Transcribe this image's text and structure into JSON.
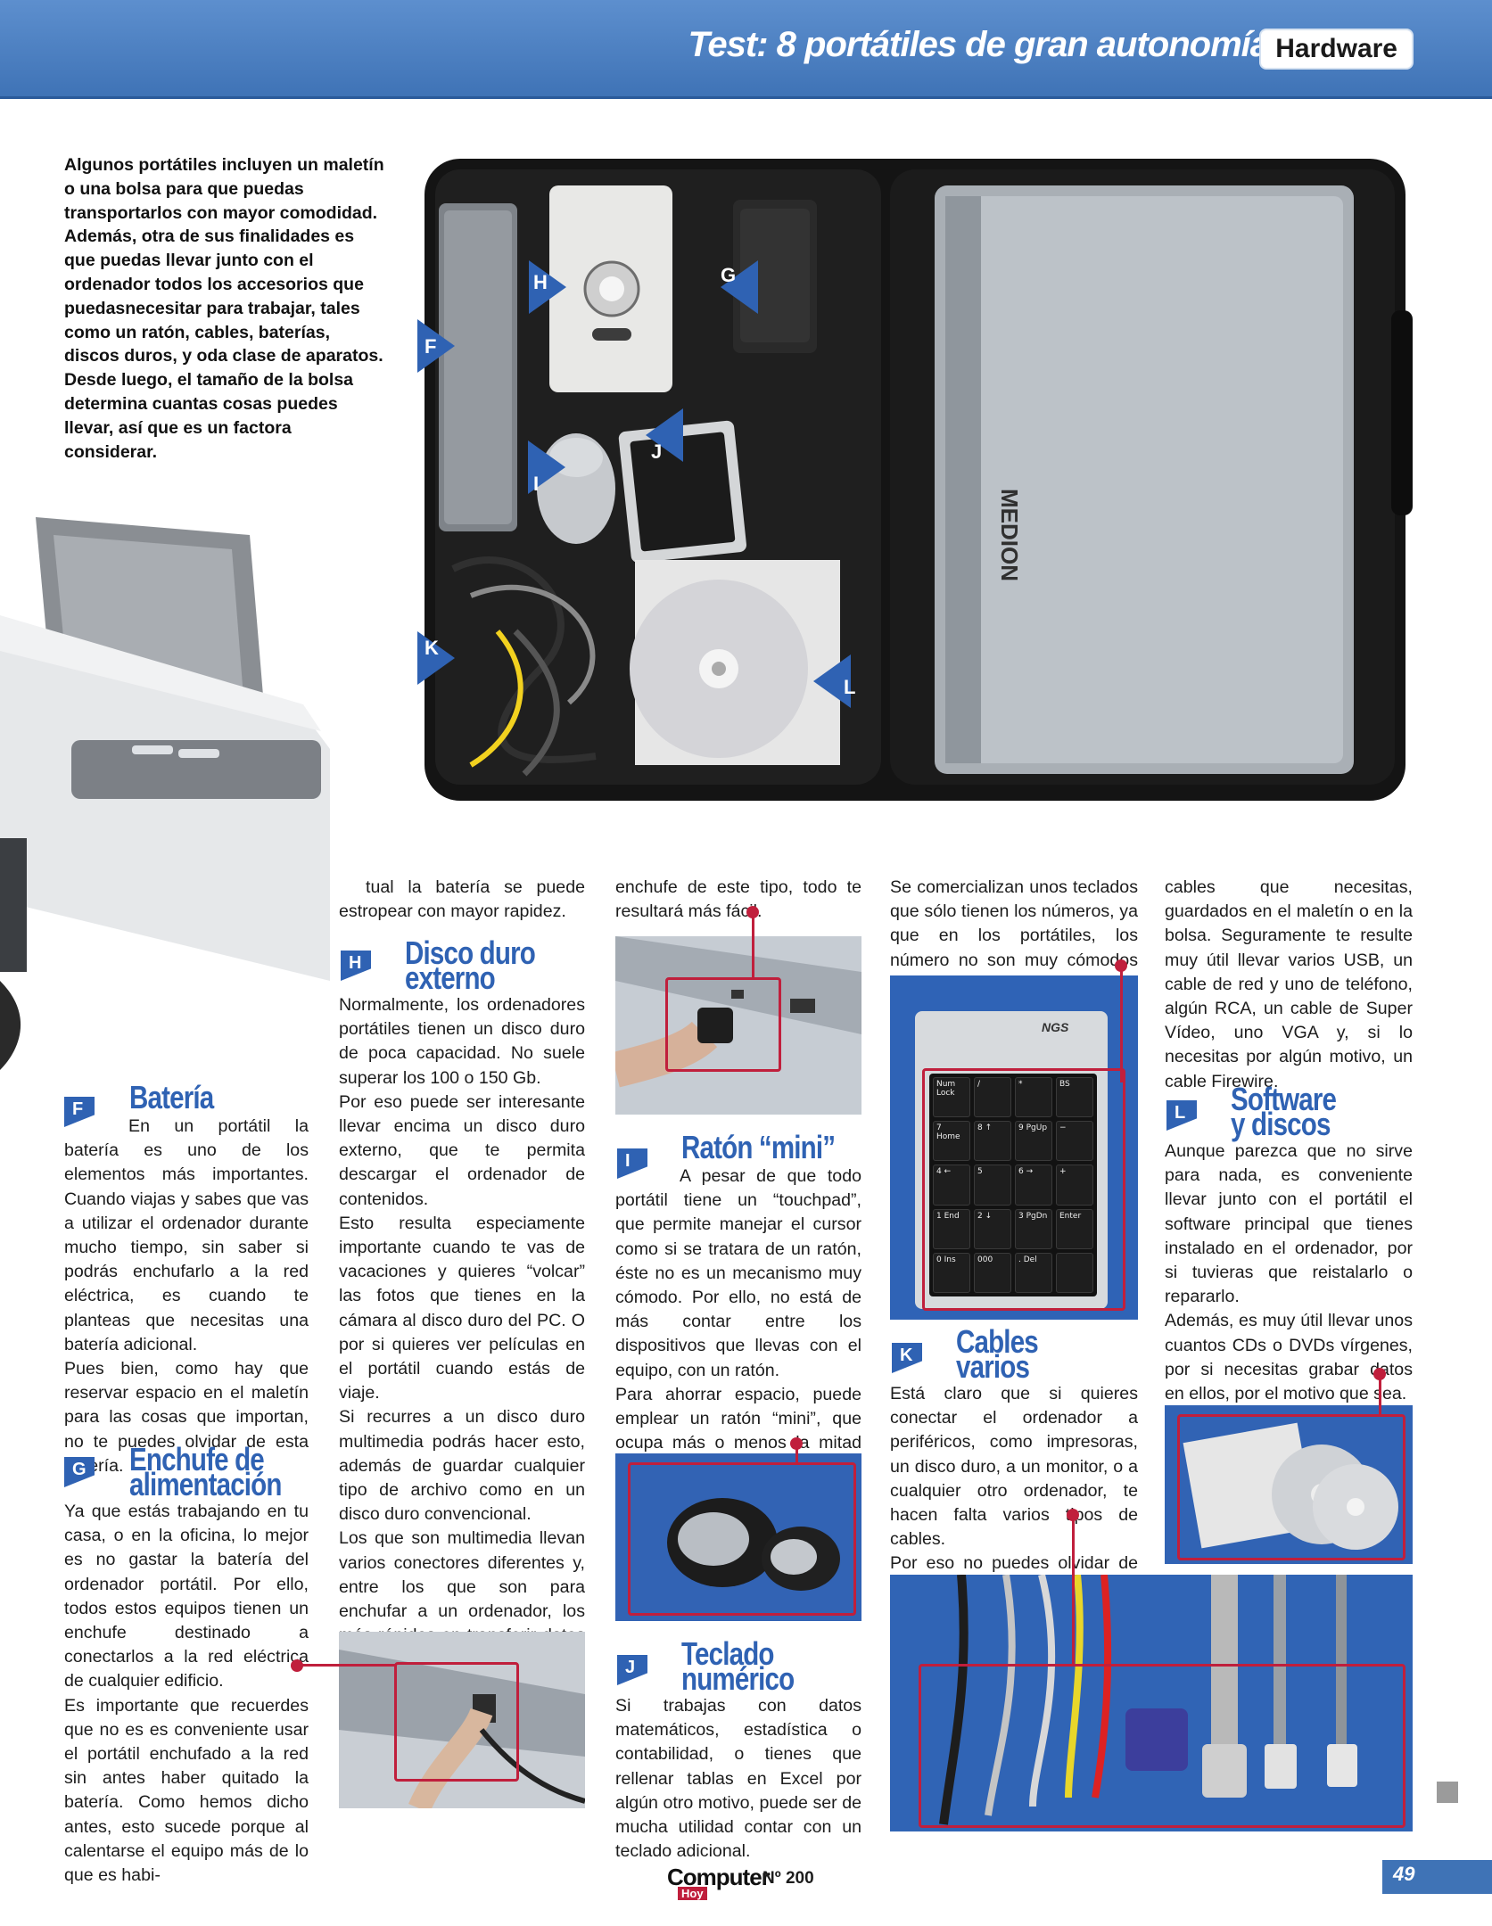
{
  "header": {
    "title": "Test: 8 portátiles de gran autonomía",
    "tag": "Hardware"
  },
  "intro": "Algunos portátiles incluyen un maletín o una bolsa para que puedas transportarlos con mayor comodidad. Además, otra de sus finalidades es que puedas llevar junto con el ordenador todos los accesorios que puedasnecesitar para trabajar, tales como un ratón, cables, baterías, discos duros, y oda clase de aparatos. Desde luego, el tamaño de la bolsa determina cuantas cosas puedes llevar, así que es un factora considerar.",
  "photo_markers": [
    "F",
    "G",
    "H",
    "I",
    "J",
    "K",
    "L"
  ],
  "photo_brand": "MEDION",
  "sections": {
    "F": {
      "letter": "F",
      "title": "Batería"
    },
    "G": {
      "letter": "G",
      "title1": "Enchufe de",
      "title2": "alimentación"
    },
    "H": {
      "letter": "H",
      "title1": "Disco duro",
      "title2": "externo"
    },
    "I": {
      "letter": "I",
      "title": "Ratón “mini”"
    },
    "J": {
      "letter": "J",
      "title1": "Teclado",
      "title2": "numérico"
    },
    "K": {
      "letter": "K",
      "title1": "Cables",
      "title2": "varios"
    },
    "L": {
      "letter": "L",
      "title1": "Software",
      "title2": "y discos"
    }
  },
  "col1": {
    "bateria": "En un portátil la batería es uno de los elementos más importantes. Cuando viajas y sabes que vas a utilizar el ordenador durante mucho tiempo, sin saber si podrás enchufarlo a la red eléctrica, es cuando te planteas que necesitas una batería adicional.",
    "bateria2": "Pues bien, como hay que reservar espacio en el maletín para las cosas que importan, no te puedes olvidar de esta batería.",
    "enchufe": "Ya que estás trabajando en tu casa, o en la oficina, lo mejor es no gastar la batería del ordenador portátil. Por ello, todos estos equipos tienen un enchufe destinado a conectarlos a la red eléctrica de cualquier edificio.",
    "enchufe2": "Es importante que recuerdes que no es es conveniente usar el portátil enchufado a la red sin antes haber quitado la batería. Como hemos dicho antes, esto sucede porque al calentarse el equipo más de lo que es habi-"
  },
  "col2": {
    "top": "tual la batería se puede estropear con mayor rapidez.",
    "disco": "Normalmente, los ordenadores portátiles tienen un disco duro de poca capacidad. No suele superar los 100 o 150 Gb.",
    "disco2": "Por eso puede ser interesante llevar encima un disco duro externo, que te permita descargar el ordenador de contenidos.",
    "disco3": "Esto resulta especiamente importante cuando te vas de vacaciones y quieres “volcar” las fotos que tienes en la cámara al disco duro del PC. O por si quieres ver películas en el portátil cuando estás de viaje.",
    "disco4": "Si recurres a un disco duro multimedia podrás hacer esto, además de guardar cualquier tipo de archivo como en un disco duro convencional.",
    "disco5": "Los que son multimedia llevan varios conectores diferentes y, entre los que son para enchufar a un ordenador, los más rápidos en transferir datos son los Firewire. Si tu portátil tiene un"
  },
  "col3": {
    "top": "enchufe de este tipo, todo te resultará más fácil.",
    "raton": "A pesar de que todo portátil tiene un “touchpad”, que permite manejar el cursor como si se tratara de un ratón, éste no es un mecanismo muy cómodo. Por ello, no está de más contar entre los dispositivos que llevas con el equipo, con un ratón.",
    "raton2": "Para ahorrar espacio, puede emplear un ratón “mini”, que ocupa más o menos la mitad que uno convencional.",
    "teclado": "Si trabajas con datos matemáticos, estadística o contabilidad, o tienes que rellenar tablas en Excel por algún otro motivo, puede ser de mucha utilidad contar con un teclado adicional."
  },
  "col4": {
    "top": "Se comercializan unos teclados que sólo tienen los números, ya que en los portátiles, los número no son muy cómodos de usar.",
    "keypad_brand": "NGS",
    "keys": [
      "Num Lock",
      "/",
      "*",
      "BS",
      "7 Home",
      "8 ↑",
      "9 PgUp",
      "−",
      "4 ←",
      "5",
      "6 →",
      "+",
      "1 End",
      "2 ↓",
      "3 PgDn",
      "Enter",
      "0 Ins",
      "000",
      ". Del",
      ""
    ],
    "cables": "Está claro que si quieres conectar el ordenador a periféricos, como impresoras, un disco duro, a un monitor, o a cualquier otro ordenador, te hacen falta varios tipos de cables.",
    "cables2": "Por eso no puedes olvidar de llevar siempre contigo todos los"
  },
  "col5": {
    "top": "cables que necesitas, guardados en el maletín o en la bolsa. Seguramente te resulte muy útil llevar varios USB, un cable de red y uno de teléfono, algún RCA, un cable de Super Vídeo, uno VGA y, si lo necesitas por algún motivo, un cable Firewire.",
    "software": "Aunque parezca que no sirve para nada, es conveniente llevar junto con el portátil el software principal que tienes instalado en el ordenador, por si tuvieras que reistalarlo o repararlo.",
    "software2": "Además, es muy útil llevar unos cuantos CDs o DVDs vírgenes, por si necesitas grabar datos en ellos, por el motivo que sea."
  },
  "footer": {
    "logo": "Computer",
    "logo_sub": "Hoy",
    "issue": "Nº 200",
    "page": "49"
  }
}
